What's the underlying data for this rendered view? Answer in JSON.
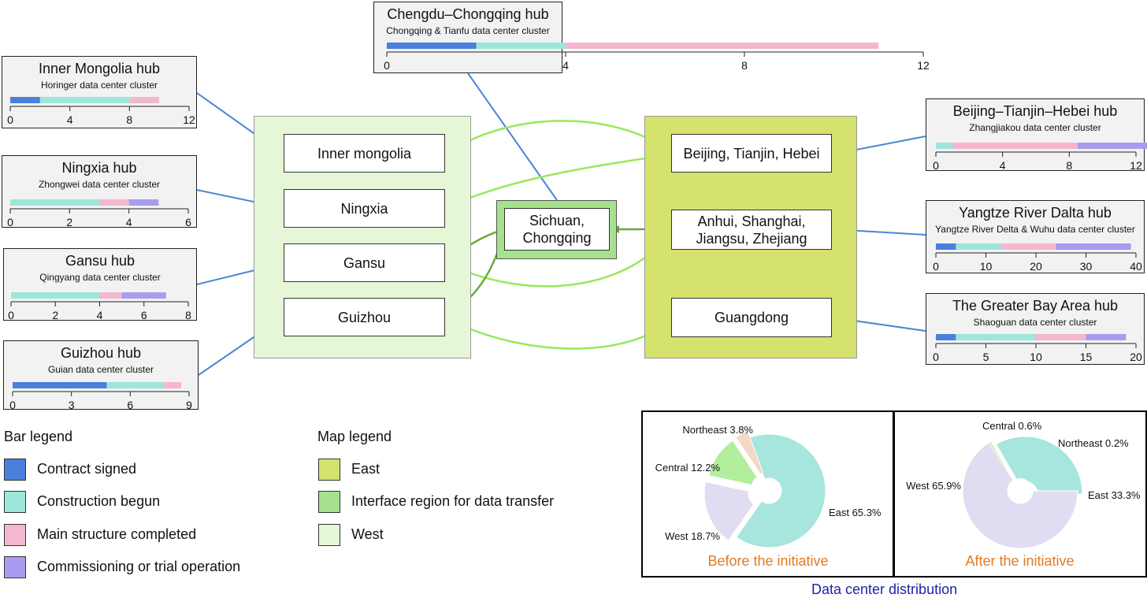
{
  "regions": {
    "west": {
      "nodes": [
        "Inner mongolia",
        "Ningxia",
        "Gansu",
        "Guizhou"
      ]
    },
    "interface": {
      "node": [
        "Sichuan,",
        "Chongqing"
      ]
    },
    "east": {
      "nodes": [
        [
          "Beijing, Tianjin, Hebei"
        ],
        [
          "Anhui, Shanghai,",
          "Jiangsu, Zhejiang"
        ],
        [
          "Guangdong"
        ]
      ]
    }
  },
  "hubs": [
    {
      "title": "Chengdu–Chongqing hub",
      "subtitle": "Chongqing & Tianfu data center cluster",
      "ticks": [
        0,
        4,
        8,
        12
      ],
      "max": 12,
      "segments": [
        2,
        2,
        7
      ]
    },
    {
      "title": "Inner Mongolia hub",
      "subtitle": "Horinger data center cluster",
      "ticks": [
        0,
        4,
        8,
        12
      ],
      "max": 12,
      "segments": [
        2,
        6,
        2
      ]
    },
    {
      "title": "Ningxia hub",
      "subtitle": "Zhongwei data center cluster",
      "ticks": [
        0,
        2,
        4,
        6
      ],
      "max": 6,
      "segments": [
        0,
        3,
        1,
        1
      ]
    },
    {
      "title": "Gansu hub",
      "subtitle": "Qingyang data center cluster",
      "ticks": [
        0,
        2,
        4,
        6,
        8
      ],
      "max": 8,
      "segments": [
        0,
        4,
        1,
        2
      ]
    },
    {
      "title": "Guizhou hub",
      "subtitle": "Guian data center cluster",
      "ticks": [
        0,
        3,
        6,
        9
      ],
      "max": 9,
      "segments": [
        4.8,
        2.9,
        0.9
      ]
    },
    {
      "title": "Beijing–Tianjin–Hebei hub",
      "subtitle": "Zhangjiakou data center cluster",
      "ticks": [
        0,
        4,
        8,
        12
      ],
      "max": 12,
      "segments": [
        0,
        1,
        7.5,
        4.2
      ]
    },
    {
      "title": "Yangtze River Dalta hub",
      "subtitle": "Yangtze River Delta & Wuhu data center cluster",
      "ticks": [
        0,
        10,
        20,
        30,
        40
      ],
      "max": 40,
      "segments": [
        4,
        9,
        11,
        15
      ]
    },
    {
      "title": "The Greater Bay Area hub",
      "subtitle": "Shaoguan data center cluster",
      "ticks": [
        0,
        5,
        10,
        15,
        20
      ],
      "max": 20,
      "segments": [
        2,
        8,
        5,
        4
      ]
    }
  ],
  "bar_legend": {
    "title": "Bar legend",
    "items": [
      {
        "label": "Contract signed",
        "color": "#4a7fdc"
      },
      {
        "label": "Construction begun",
        "color": "#9ce6dc"
      },
      {
        "label": "Main structure completed",
        "color": "#f3b7d0"
      },
      {
        "label": "Commissioning or trial operation",
        "color": "#a99cf0"
      }
    ]
  },
  "map_legend": {
    "title": "Map legend",
    "items": [
      {
        "label": "East",
        "color": "#d5e26d"
      },
      {
        "label": "Interface region for data transfer",
        "color": "#a6e28e"
      },
      {
        "label": "West",
        "color": "#e6f7d7"
      }
    ]
  },
  "distribution": {
    "title": "Data center distribution",
    "before": {
      "caption": "Before the initiative",
      "slices": [
        {
          "label": "East 65.3%",
          "value": 65.3,
          "color": "#a6e6dc"
        },
        {
          "label": "West 18.7%",
          "value": 18.7,
          "color": "#e2dcf3"
        },
        {
          "label": "Central 12.2%",
          "value": 12.2,
          "color": "#b1ef9d"
        },
        {
          "label": "Northeast 3.8%",
          "value": 3.8,
          "color": "#f2d8c6"
        }
      ]
    },
    "after": {
      "caption": "After the initiative",
      "slices": [
        {
          "label": "East 33.3%",
          "value": 33.3,
          "color": "#a6e6dc"
        },
        {
          "label": "West 65.9%",
          "value": 65.9,
          "color": "#e2dcf3"
        },
        {
          "label": "Central 0.6%",
          "value": 0.6,
          "color": "#b1ef9d"
        },
        {
          "label": "Northeast 0.2%",
          "value": 0.2,
          "color": "#f2d8c6"
        }
      ]
    }
  },
  "colors": {
    "connector": "#4a86d6",
    "arrow_light": "#9ae85a",
    "arrow_dark": "#6aa83a"
  }
}
